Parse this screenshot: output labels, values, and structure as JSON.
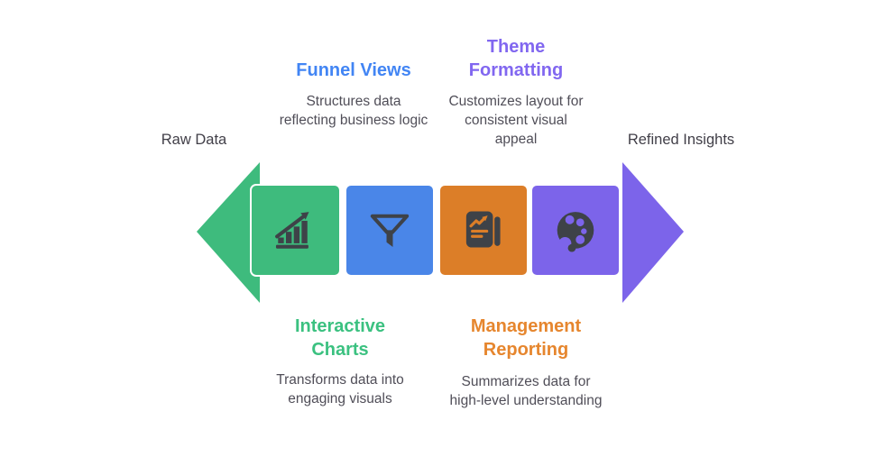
{
  "diagram": {
    "endpoints": {
      "left": "Raw Data",
      "right": "Refined Insights"
    },
    "arrows": {
      "left_color": "#3EBB7D",
      "right_color": "#7C64EA"
    },
    "icon_color": "#3E4248",
    "body_text_color": "#504E58",
    "endpoint_text_color": "#413F48",
    "stages": [
      {
        "title": "Interactive Charts",
        "description": "Transforms data into engaging visuals",
        "color": "#3EBB7D",
        "title_color": "#3BC180",
        "icon": "growth-chart-icon",
        "label_position": "bottom"
      },
      {
        "title": "Funnel Views",
        "description": "Structures data reflecting business logic",
        "color": "#4A86E8",
        "title_color": "#4285F4",
        "icon": "funnel-icon",
        "label_position": "top"
      },
      {
        "title": "Management Reporting",
        "description": "Summarizes data for high-level understanding",
        "color": "#DC7E28",
        "title_color": "#E6862E",
        "icon": "report-icon",
        "label_position": "bottom"
      },
      {
        "title": "Theme Formatting",
        "description": "Customizes layout for consistent visual appeal",
        "color": "#7C64EA",
        "title_color": "#8167F0",
        "icon": "palette-icon",
        "label_position": "top"
      }
    ]
  }
}
